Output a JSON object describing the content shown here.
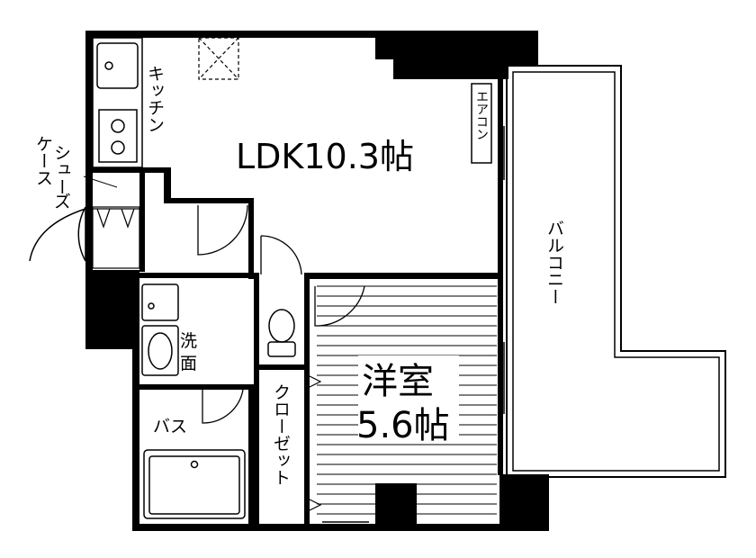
{
  "rooms": {
    "ldk": "LDK10.3帖",
    "western_line1": "洋室",
    "western_line2": "5.6帖",
    "kitchen": "キッチン",
    "shoe_case": [
      "シュー",
      "ズ",
      "ケース"
    ],
    "washroom": [
      "洗",
      "面"
    ],
    "bath": "バス",
    "closet": "クローゼット",
    "balcony": "バルコニー",
    "aircon": "エアコン"
  }
}
